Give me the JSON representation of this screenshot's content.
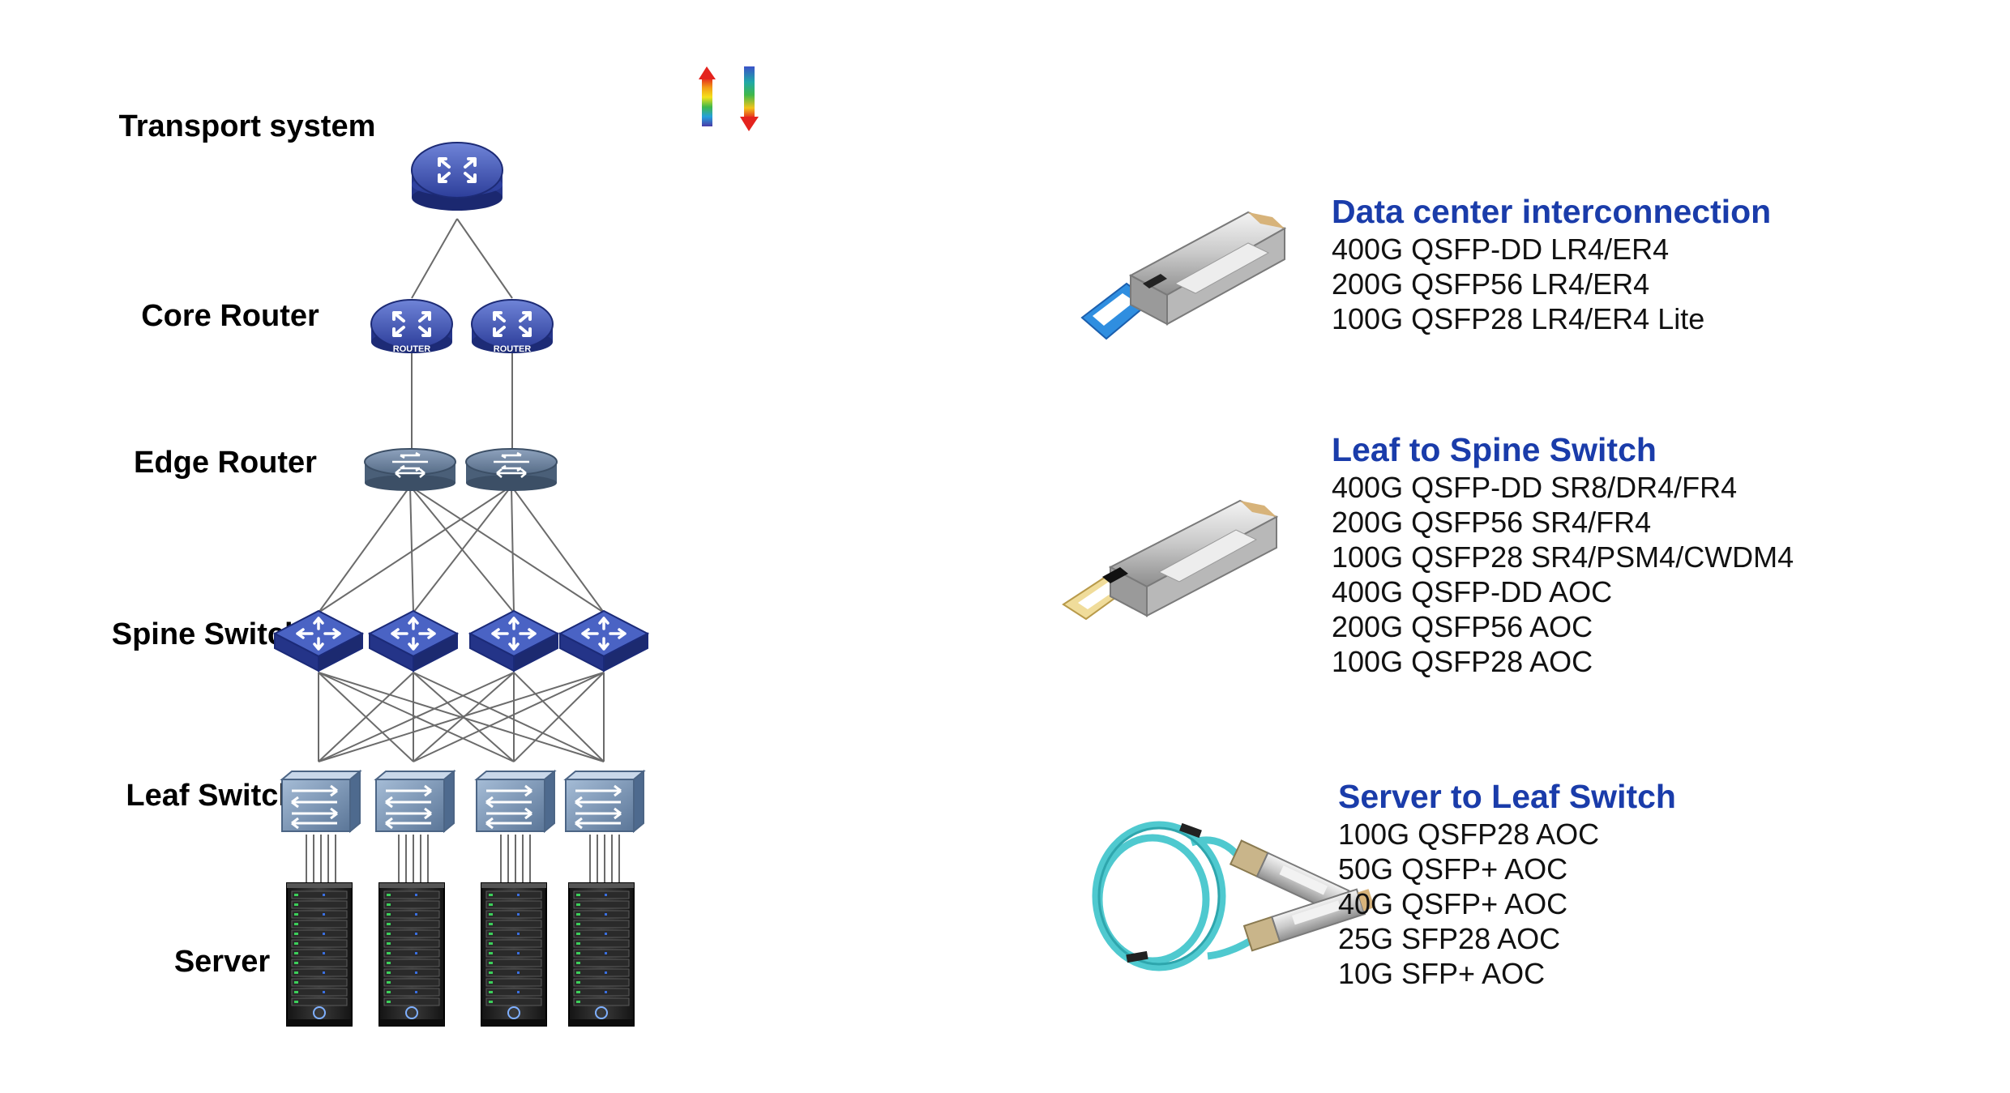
{
  "tiers": {
    "transport": "Transport system",
    "core": "Core Router",
    "edge": "Edge Router",
    "spine": "Spine Switch",
    "leaf": "Leaf Switch",
    "server": "Server"
  },
  "router_badge": "ROUTER",
  "sections": [
    {
      "title": "Data center interconnection",
      "items": [
        "400G QSFP-DD LR4/ER4",
        "200G QSFP56 LR4/ER4",
        "100G QSFP28 LR4/ER4 Lite"
      ],
      "module_image": "qsfp-dd-transceiver-blue-pull-tab"
    },
    {
      "title": "Leaf to Spine Switch",
      "items": [
        "400G QSFP-DD SR8/DR4/FR4",
        "200G QSFP56 SR4/FR4",
        "100G QSFP28 SR4/PSM4/CWDM4",
        "400G QSFP-DD AOC",
        "200G QSFP56 AOC",
        "100G QSFP28 AOC"
      ],
      "module_image": "qsfp-transceiver-beige-pull-tab"
    },
    {
      "title": "Server to Leaf Switch",
      "items": [
        "100G QSFP28 AOC",
        "50G QSFP+ AOC",
        "40G QSFP+ AOC",
        "25G SFP28 AOC",
        "10G SFP+ AOC"
      ],
      "module_image": "aqua-active-optical-cable"
    }
  ],
  "colors": {
    "title_blue": "#1a3caa",
    "device_blue": "#2d3e9a",
    "edge_gray": "#5f7590",
    "leaf_steel": "#7b97b8",
    "link_gray": "#6b6b6b",
    "cable_aqua": "#4fc9cf"
  }
}
